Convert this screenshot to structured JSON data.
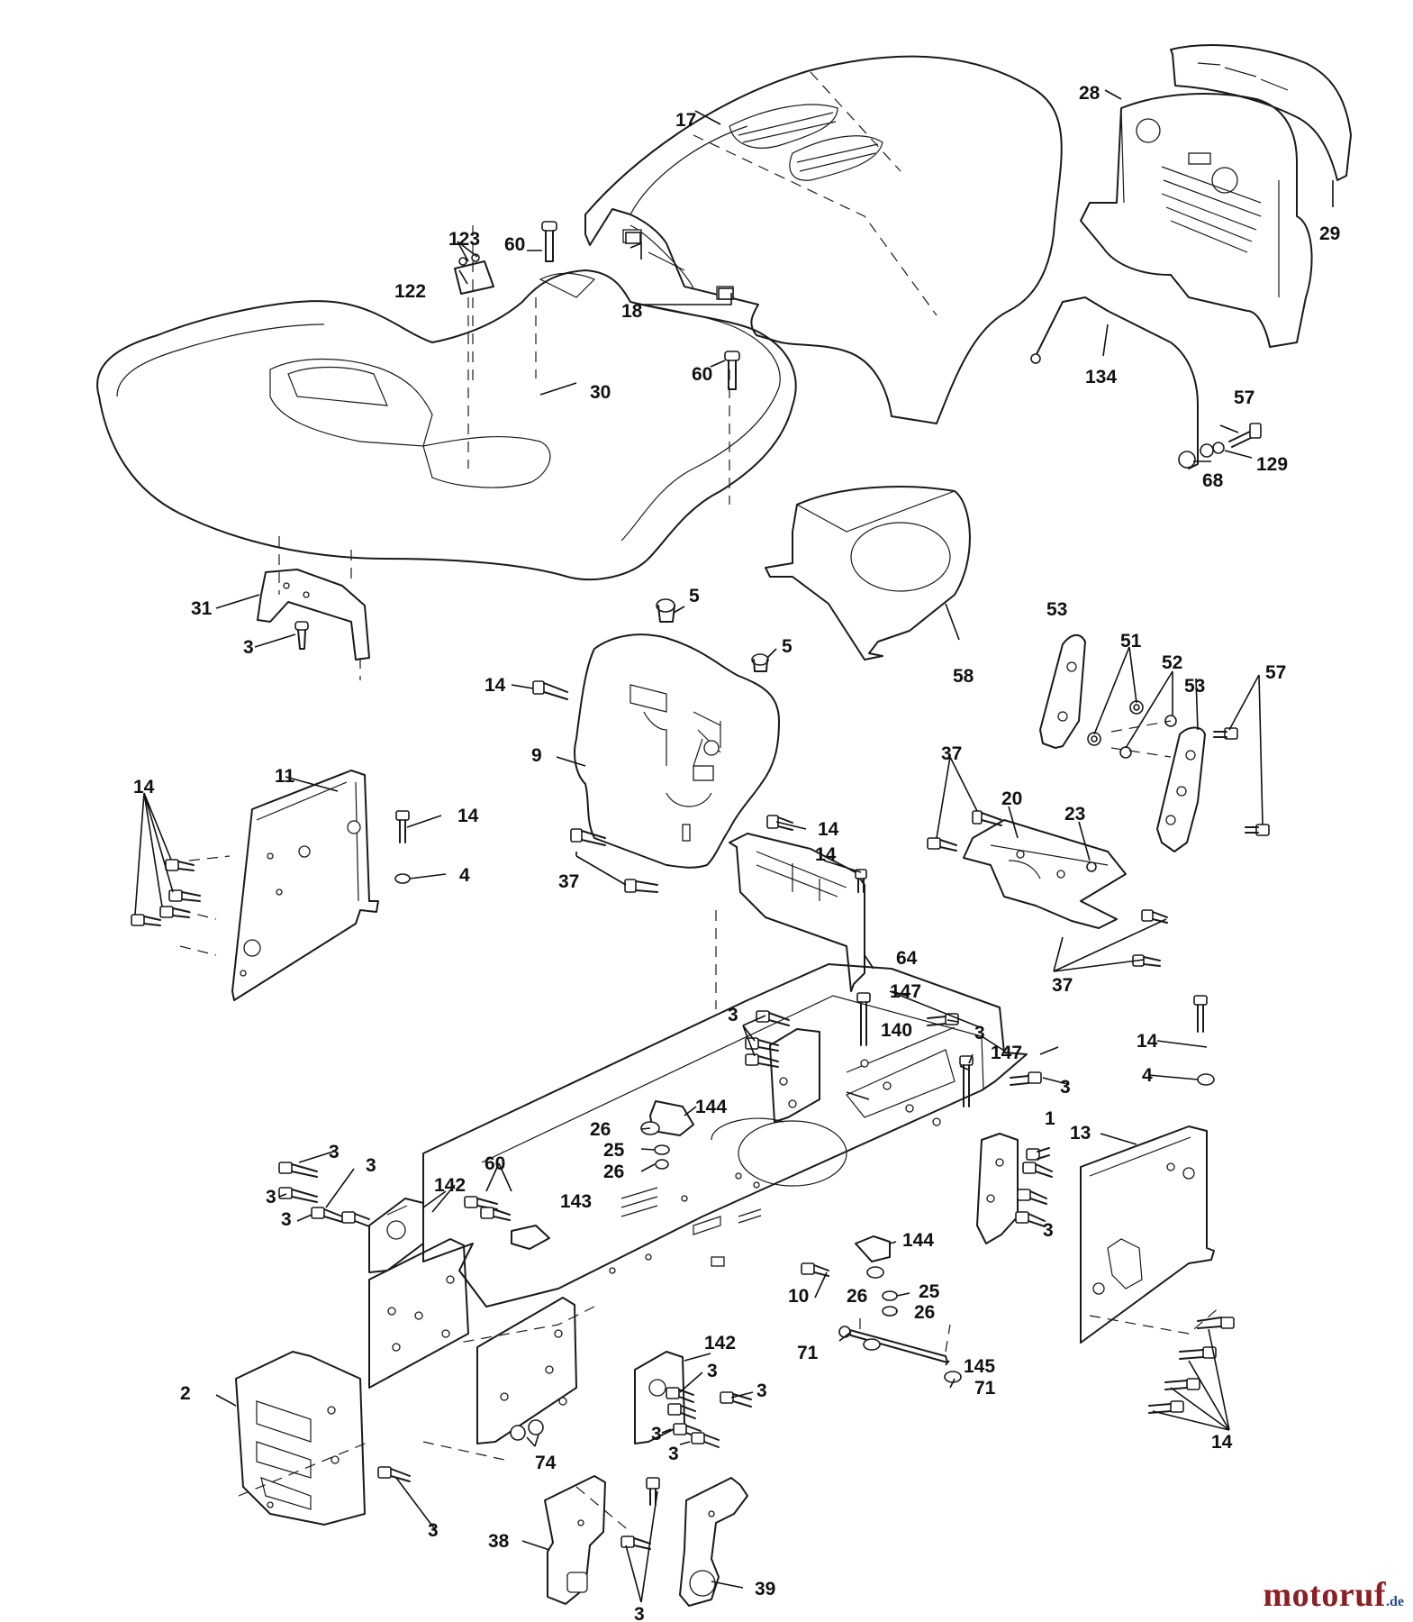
{
  "callouts": {
    "c1": "1",
    "c2": "2",
    "c3": "3",
    "c4": "4",
    "c5": "5",
    "c9": "9",
    "c10": "10",
    "c11": "11",
    "c13": "13",
    "c14": "14",
    "c17": "17",
    "c18": "18",
    "c20": "20",
    "c23": "23",
    "c25": "25",
    "c26": "26",
    "c28": "28",
    "c29": "29",
    "c30": "30",
    "c31": "31",
    "c37": "37",
    "c38": "38",
    "c39": "39",
    "c51": "51",
    "c52": "52",
    "c53": "53",
    "c57": "57",
    "c58": "58",
    "c60": "60",
    "c64": "64",
    "c68": "68",
    "c71": "71",
    "c74": "74",
    "c122": "122",
    "c123": "123",
    "c129": "129",
    "c134": "134",
    "c140": "140",
    "c142": "142",
    "c143": "143",
    "c144": "144",
    "c145": "145",
    "c147": "147"
  },
  "watermark": {
    "brand": "motoruf",
    "tld": ".de"
  },
  "colors": {
    "line": "#1a1a1a",
    "watermark_brand": "#8a1f24",
    "watermark_tld": "#2a4a8a"
  }
}
